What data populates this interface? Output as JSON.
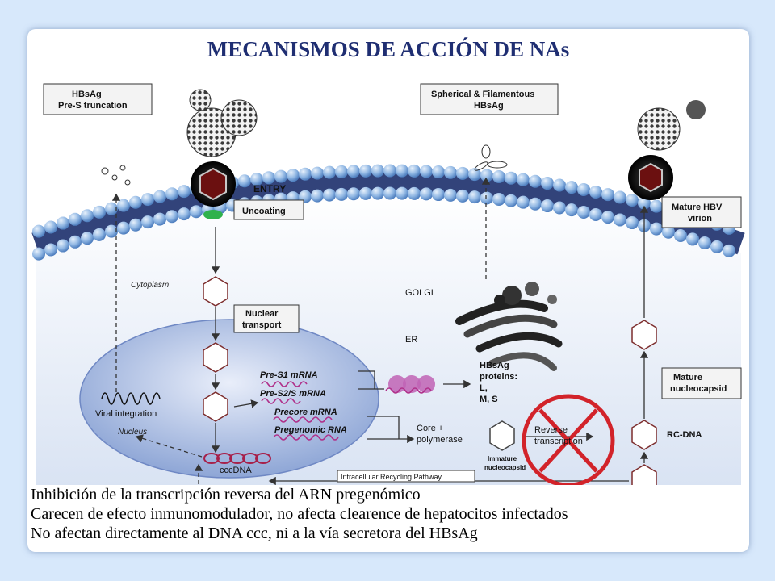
{
  "title": "MECANISMOS DE ACCIÓN DE NAs",
  "diagram": {
    "labels": {
      "hbsag_pres_line1": "HBsAg",
      "hbsag_pres_line2": "Pre-S truncation",
      "spherical_line1": "Spherical & Filamentous",
      "spherical_line2": "HBsAg",
      "entry": "ENTRY",
      "uncoating": "Uncoating",
      "cytoplasm": "Cytoplasm",
      "nuclear_transport_line1": "Nuclear",
      "nuclear_transport_line2": "transport",
      "golgi": "GOLGI",
      "er": "ER",
      "mature_virion_line1": "Mature HBV",
      "mature_virion_line2": "virion",
      "mature_nucleocapsid_line1": "Mature",
      "mature_nucleocapsid_line2": "nucleocapsid",
      "pres1": "Pre-S1 mRNA",
      "pres2": "Pre-S2/S mRNA",
      "precore": "Precore mRNA",
      "pregenomic": "Pregenomic RNA",
      "hbsag_proteins_line1": "HBsAg",
      "hbsag_proteins_line2": "proteins:",
      "hbsag_proteins_line3": "L,",
      "hbsag_proteins_line4": "M, S",
      "viral_integration": "Viral integration",
      "core_polymerase_line1": "Core +",
      "core_polymerase_line2": "polymerase",
      "immature_line1": "Immature",
      "immature_line2": "nucleocapsid",
      "reverse_line1": "Reverse",
      "reverse_line2": "transcription",
      "rc_dna": "RC-DNA",
      "nucleus": "Nucleus",
      "cccdna": "cccDNA",
      "recycling": "Intracellular Recycling Pathway"
    }
  },
  "bullets": [
    "Inhibición de la transcripción reversa del ARN pregenómico",
    "Carecen de efecto inmunomodulador, no afecta clearence de hepatocitos infectados",
    "No afectan directamente al DNA ccc, ni a la vía secretora del HBsAg"
  ],
  "colors": {
    "title": "#1f2e72",
    "membrane": "#8fb6e3",
    "membrane_dark": "#1c2f6b",
    "nucleus": "#9fb4de",
    "cross": "#d2232a",
    "mrna": "#b0308a"
  }
}
